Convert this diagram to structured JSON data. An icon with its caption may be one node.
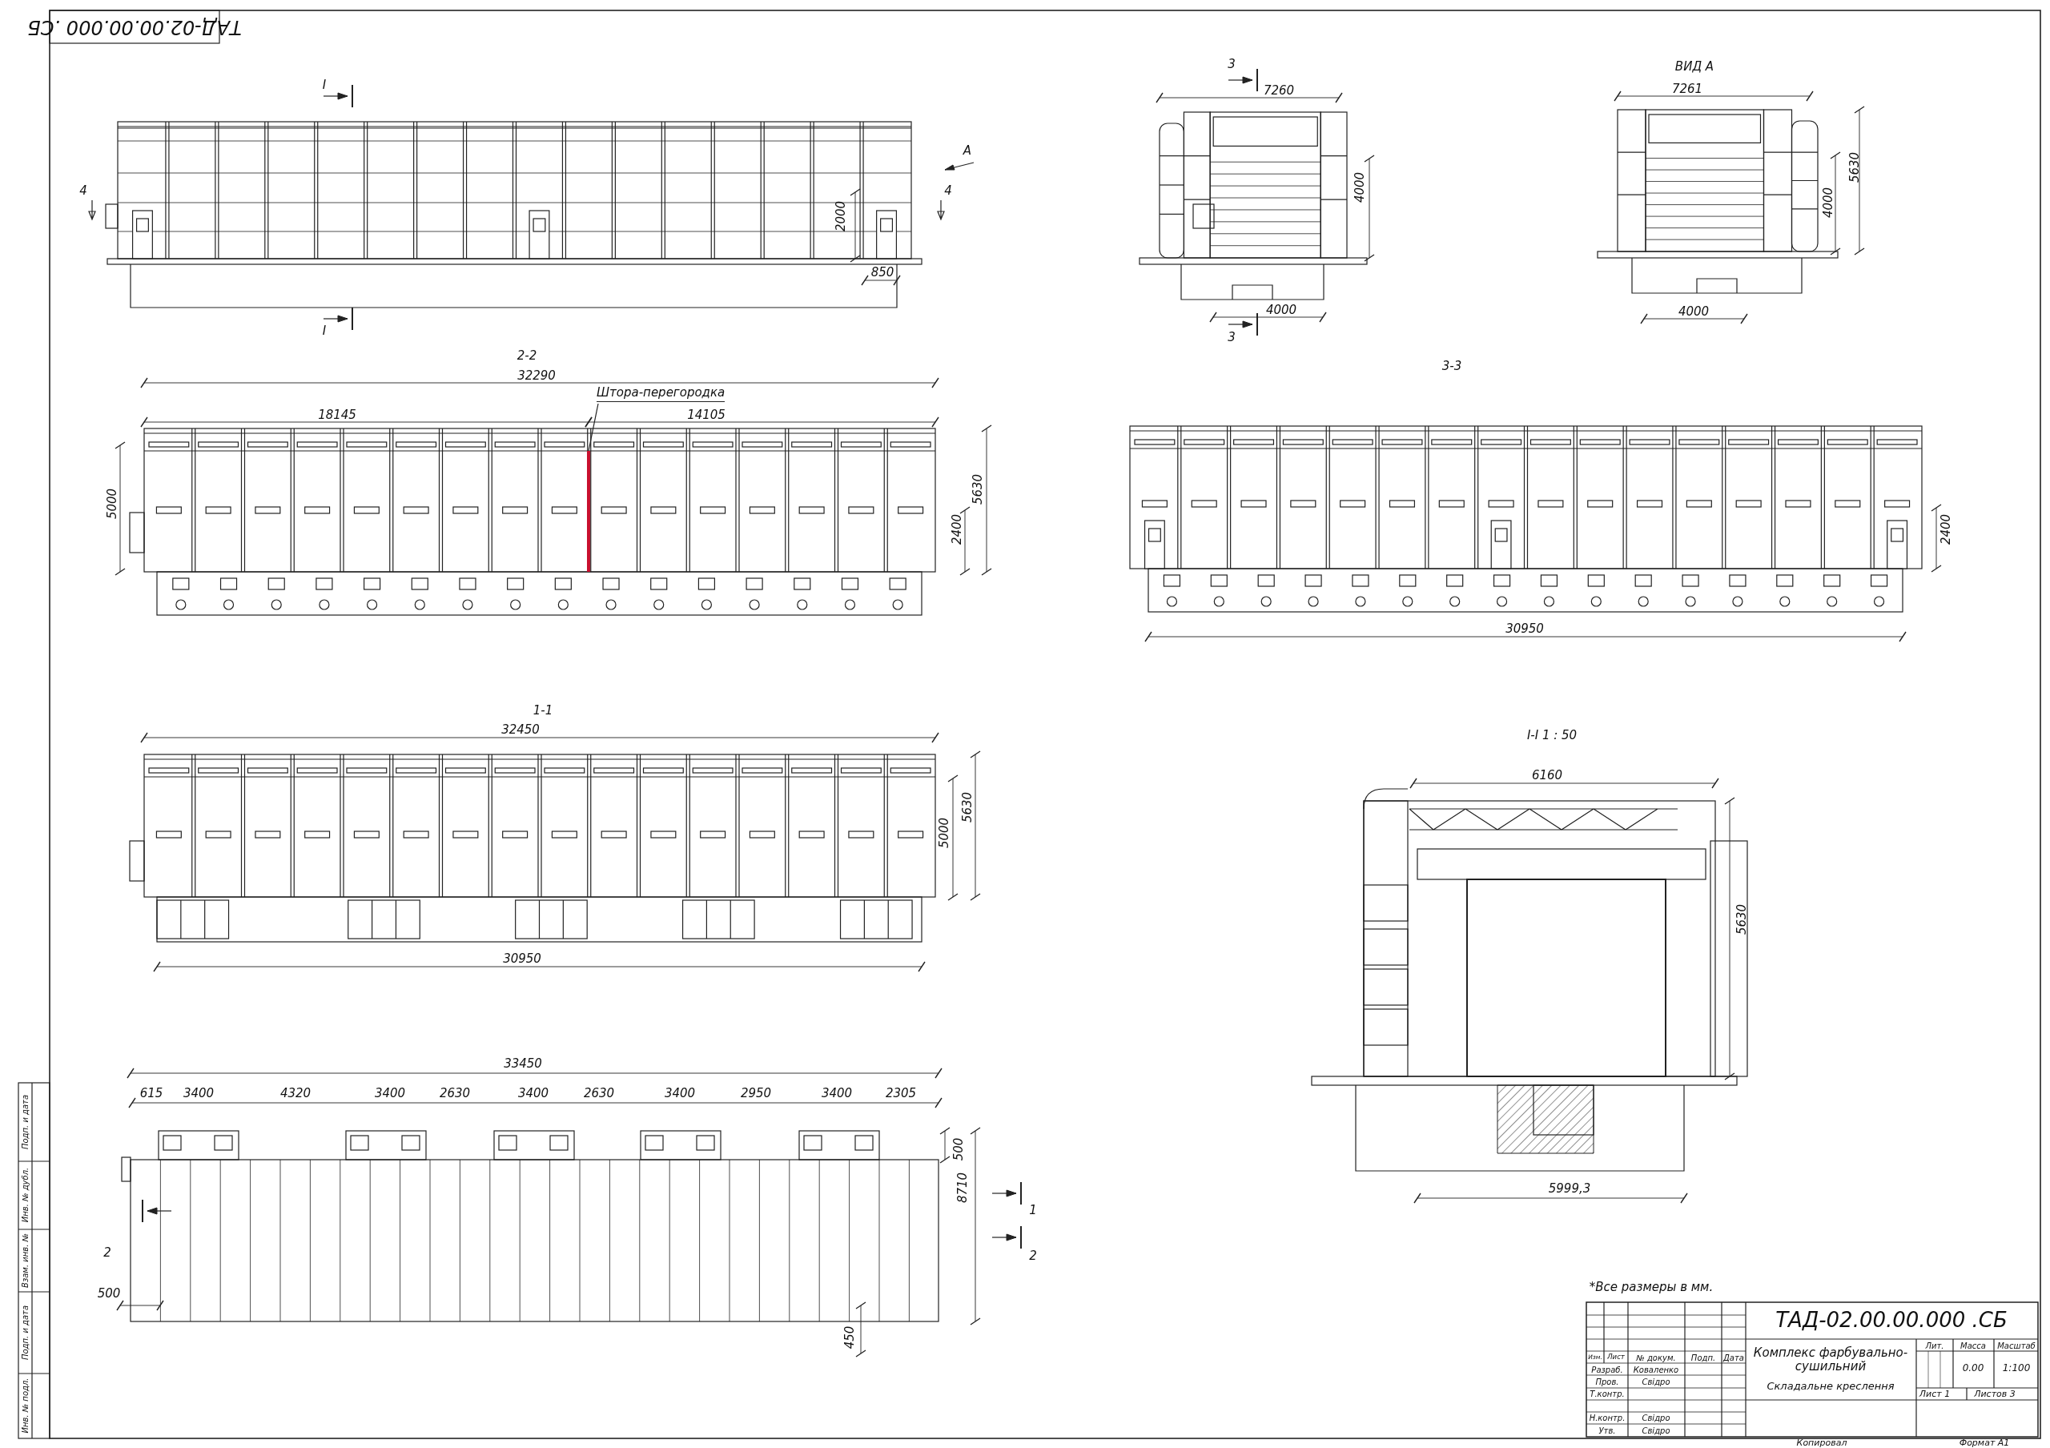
{
  "diagram": {
    "nodes": [
      {
        "text": [
          "Штора-перегородка"
        ]
      },
      {
        "text": [],
        "shape": "bar"
      }
    ],
    "edges": [
      {
        "from": 0,
        "to": 1,
        "arrow": "none"
      }
    ],
    "labels": [
      "ТАД-02.00.00.000 .СБ",
      "I",
      "A",
      "4",
      "4",
      "2000",
      "850",
      "I",
      "3",
      "7260",
      "4000",
      "4000",
      "3",
      "ВИД А",
      "7261",
      "5630",
      "4000",
      "4000",
      "2-2",
      "32290",
      "18145",
      "14105",
      "5000",
      "5630",
      "2400",
      "3-3",
      "2400",
      "30950",
      "1-1",
      "32450",
      "5630",
      "5000",
      "30950",
      "I-I 1 : 50",
      "6160",
      "5630",
      "5999,3",
      "33450",
      "615",
      "3400",
      "4320",
      "3400",
      "2630",
      "3400",
      "2630",
      "3400",
      "2950",
      "3400",
      "2305",
      "500",
      "8710",
      "1",
      "2",
      "2",
      "500",
      "450",
      "*Все размеры в мм.",
      "ТАД-02.00.00.000 .СБ",
      "Изм.",
      "Лист",
      "№ докум.",
      "Подп.",
      "Дата",
      "Разраб.",
      "Коваленко",
      "Пров.",
      "Свідро",
      "Т.контр.",
      "Н.контр.",
      "Свідро",
      "Утв.",
      "Свідро",
      "Комплекс фарбувально-сушильний",
      "Складальне креслення",
      "Лит.",
      "Масса",
      "Масштаб",
      "0.00",
      "1:100",
      "Лист 1",
      "Листов 3",
      "Копировал",
      "Формат А1",
      "Подп. и дата",
      "Инв. № дубл.",
      "Взам. инв. №",
      "Подп. и дата",
      "Инв. № подл."
    ]
  }
}
